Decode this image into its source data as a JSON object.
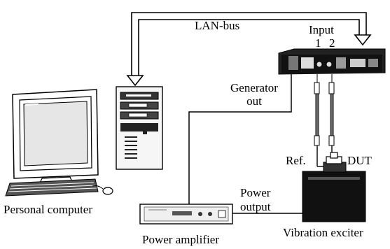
{
  "labels": {
    "lan_bus": "LAN-bus",
    "input": "Input",
    "input_1": "1",
    "input_2": "2",
    "generator_out": "Generator\nout",
    "personal_computer": "Personal computer",
    "power_output": "Power\noutput",
    "power_amplifier": "Power amplifier",
    "vibration_exciter": "Vibration exciter",
    "ref": "Ref.",
    "dut": "DUT"
  }
}
